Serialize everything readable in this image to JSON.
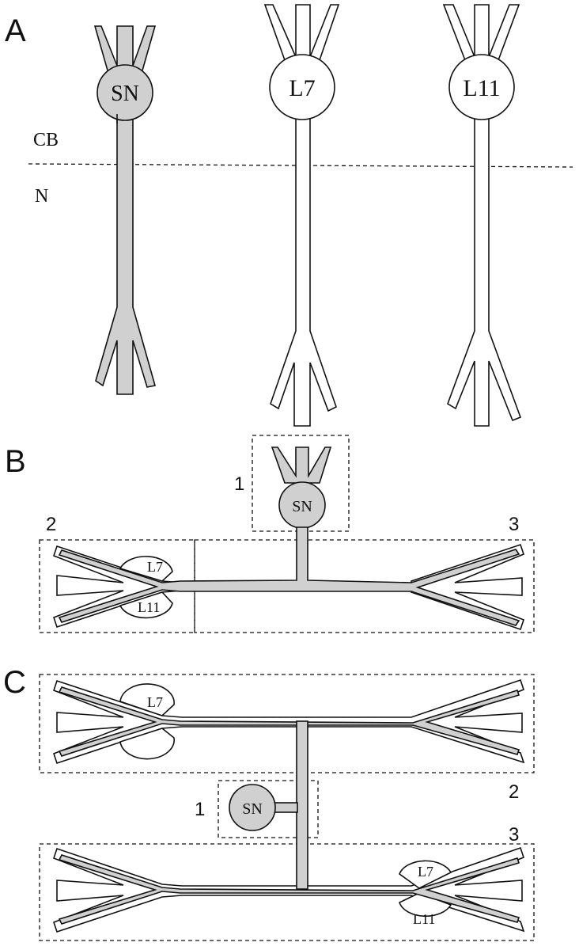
{
  "panels": {
    "a": "A",
    "b": "B",
    "c": "C"
  },
  "panel_a": {
    "neurons": [
      "SN",
      "L7",
      "L11"
    ],
    "region_above": "CB",
    "region_below": "N"
  },
  "panel_b": {
    "box_1": "1",
    "box_2": "2",
    "box_3": "3",
    "sn": "SN",
    "l7": "L7",
    "l11": "L11"
  },
  "panel_c": {
    "box_1": "1",
    "box_2": "2",
    "box_3": "3",
    "sn": "SN",
    "l7_top": "L7",
    "l7_bottom": "L7",
    "l11": "L11"
  },
  "colors": {
    "sn_fill": "#d0d0d0",
    "outline": "#111111",
    "background": "#ffffff"
  }
}
